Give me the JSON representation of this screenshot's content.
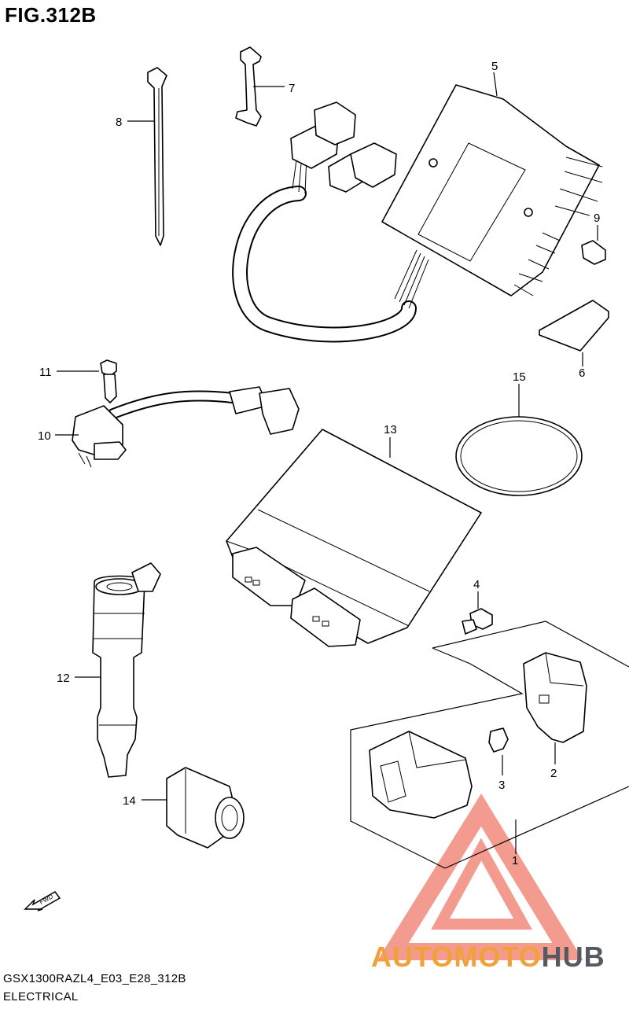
{
  "figure": {
    "title": "FIG.312B",
    "model_code": "GSX1300RAZL4_E03_E28_312B",
    "section": "ELECTRICAL",
    "fwd_label": "FWD"
  },
  "watermark": {
    "brand_part1": "AUTOMOTO",
    "brand_part2": "HUB",
    "color_primary": "#f2a13a",
    "color_secondary": "#555a60",
    "logo_color": "#e0483a"
  },
  "callouts": [
    "1",
    "2",
    "3",
    "4",
    "5",
    "6",
    "7",
    "8",
    "9",
    "10",
    "11",
    "12",
    "13",
    "14",
    "15"
  ]
}
